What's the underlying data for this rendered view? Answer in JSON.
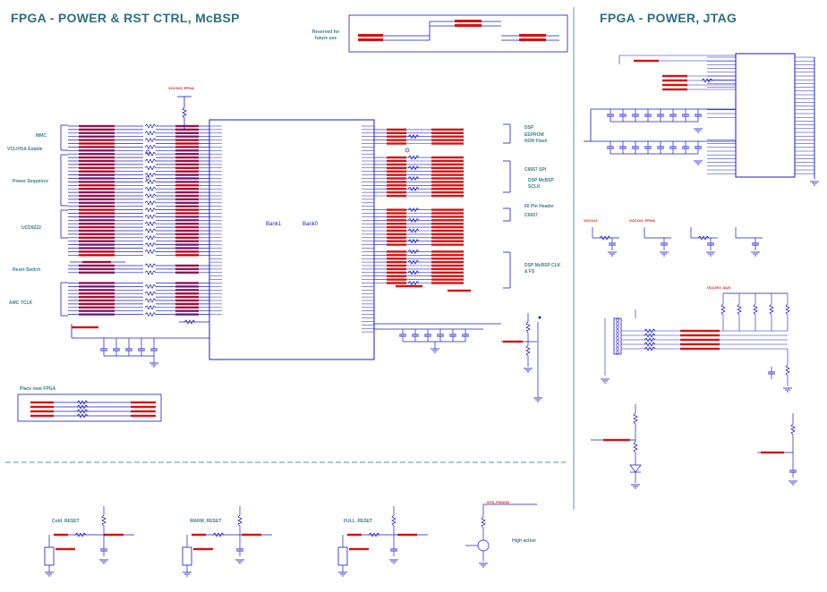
{
  "titles": {
    "left": "FPGA - POWER & RST CTRL, McBSP",
    "right": "FPGA - POWER, JTAG"
  },
  "notes": {
    "reserved": "Reserved for future use",
    "place_near_fpga": "Place near FPGA",
    "high_active": "High active"
  },
  "group_labels": {
    "mmc": "MMC",
    "vcl_vda": "VCL/VDA Enable",
    "power_sequence": "Power Sequence",
    "ucd9222": "UCD9222",
    "reset_switch": "Reset Switch",
    "amc_tclk": "AMC TCLK",
    "dsp": "DSP",
    "eeprom": "EEPROM",
    "nor_flash": "NOR Flash",
    "c6657_spi": "C6657 SPI",
    "dsp_mcbsp_sclk": "DSP McBSP SCLK",
    "pin60_header": "60 Pin Header",
    "c6657": "C6657",
    "dsp_mcbsp_clk_fs": "DSP McBSP CLK & FS"
  },
  "banks": {
    "bank1": "Bank1",
    "bank0": "Bank0"
  },
  "reset_blocks": {
    "cold": "Cold_RESET",
    "warm": "WARM_RESET",
    "full": "FULL_RESET"
  },
  "rails": {
    "vccio_fpga": "VCC3V3_FPGA",
    "vcc3v3_aux": "VCC3V3_AUX",
    "vcc1v2_fpga": "VCC1V2_FPGA",
    "vcc1v2": "VCC1V2",
    "sys_pgood": "SYS_PGOOD"
  },
  "colors": {
    "wire": "#1a1acc",
    "net": "#d81010",
    "label": "#3c7f8f",
    "title": "#2f6f80",
    "divider": "#7aa7b0"
  }
}
